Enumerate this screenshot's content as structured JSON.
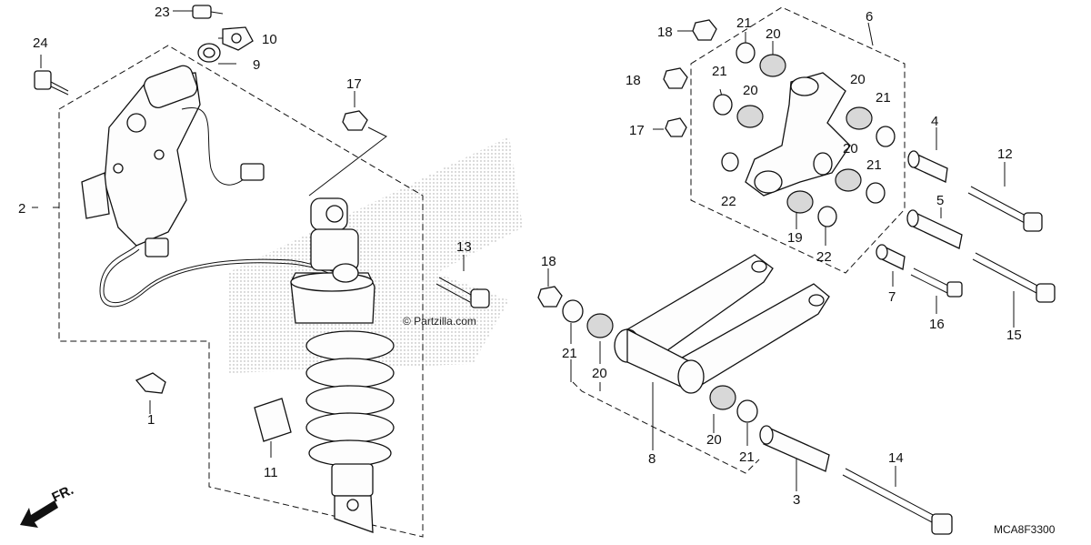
{
  "diagram": {
    "code": "MCA8F3300",
    "watermark": "© Partzilla.com",
    "direction_label": "FR."
  },
  "callouts": {
    "p1": "1",
    "p2": "2",
    "p3": "3",
    "p4": "4",
    "p5": "5",
    "p6": "6",
    "p7": "7",
    "p8": "8",
    "p9": "9",
    "p10": "10",
    "p11": "11",
    "p12": "12",
    "p13": "13",
    "p14": "14",
    "p15": "15",
    "p16": "16",
    "p17a": "17",
    "p17b": "17",
    "p18a": "18",
    "p18b": "18",
    "p18c": "18",
    "p19": "19",
    "p20a": "20",
    "p20b": "20",
    "p20c": "20",
    "p20d": "20",
    "p20e": "20",
    "p20f": "20",
    "p21a": "21",
    "p21b": "21",
    "p21c": "21",
    "p21d": "21",
    "p21e": "21",
    "p21f": "21",
    "p22a": "22",
    "p22b": "22",
    "p23": "23",
    "p24": "24"
  }
}
